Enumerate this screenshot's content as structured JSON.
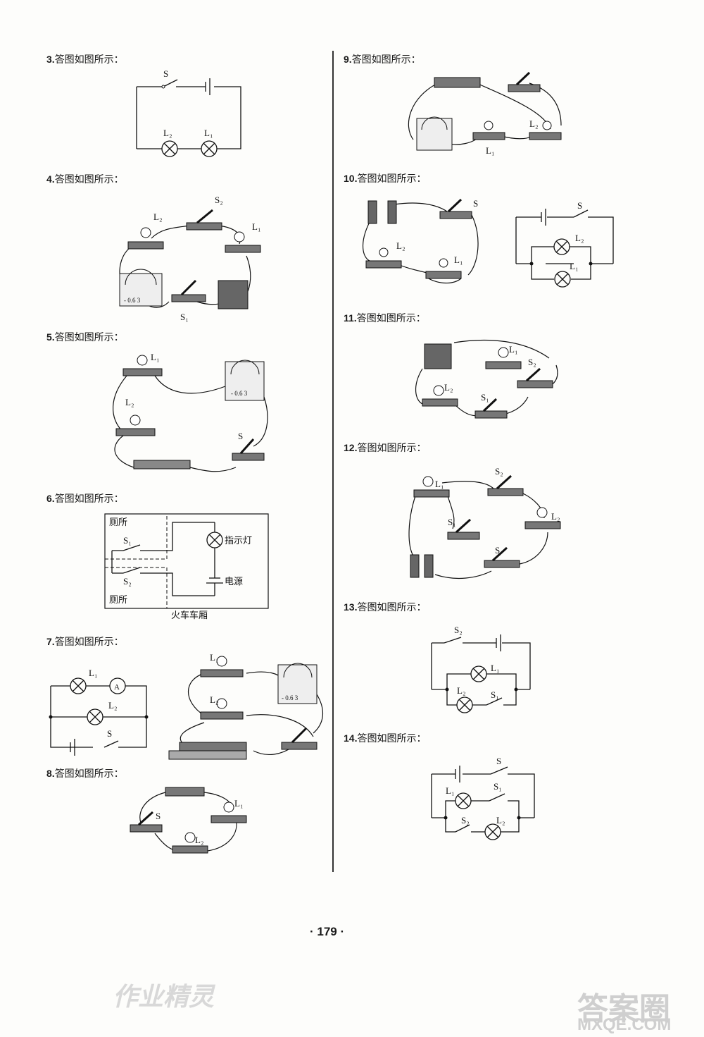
{
  "questions": [
    {
      "num": "3.",
      "text": "答图如图所示："
    },
    {
      "num": "4.",
      "text": "答图如图所示："
    },
    {
      "num": "5.",
      "text": "答图如图所示："
    },
    {
      "num": "6.",
      "text": "答图如图所示："
    },
    {
      "num": "7.",
      "text": "答图如图所示："
    },
    {
      "num": "8.",
      "text": "答图如图所示："
    },
    {
      "num": "9.",
      "text": "答图如图所示："
    },
    {
      "num": "10.",
      "text": "答图如图所示："
    },
    {
      "num": "11.",
      "text": "答图如图所示："
    },
    {
      "num": "12.",
      "text": "答图如图所示："
    },
    {
      "num": "13.",
      "text": "答图如图所示："
    },
    {
      "num": "14.",
      "text": "答图如图所示："
    }
  ],
  "labels": {
    "S": "S",
    "S1": "S₁",
    "S2": "S₂",
    "L1": "L₁",
    "L2": "L₂",
    "A": "A",
    "toilet": "厕所",
    "toilet_alt": "厕所",
    "indicator": "指示灯",
    "power": "电源",
    "carriage": "火车车厢",
    "meter_scale": "- 0.6 3"
  },
  "page_number": "· 179 ·",
  "watermark": {
    "text1": "作业精灵",
    "text2": "答案圈",
    "text3": "MXQE.COM"
  }
}
